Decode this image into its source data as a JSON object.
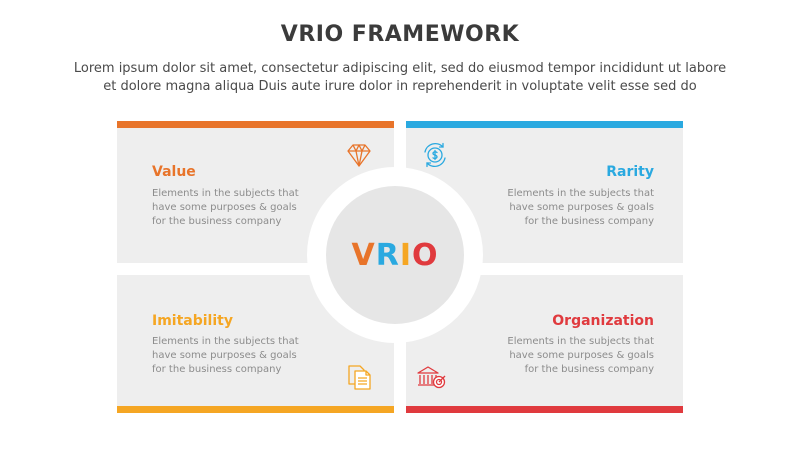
{
  "header": {
    "title": "VRIO FRAMEWORK",
    "subtitle_line1": "Lorem ipsum dolor sit amet, consectetur adipiscing elit, sed do eiusmod tempor incididunt ut labore",
    "subtitle_line2": "et dolore magna aliqua Duis aute irure dolor in reprehenderit in voluptate velit esse sed do"
  },
  "center": {
    "letters": [
      {
        "char": "V",
        "color": "#e8742a"
      },
      {
        "char": "R",
        "color": "#2aa9e0"
      },
      {
        "char": "I",
        "color": "#f5a623"
      },
      {
        "char": "O",
        "color": "#e03a3e"
      }
    ]
  },
  "quadrants": [
    {
      "id": "value",
      "title": "Value",
      "color": "#e8742a",
      "icon": "diamond-icon",
      "desc": [
        "Elements in the subjects that",
        "have  some purposes & goals",
        "for the  business company"
      ]
    },
    {
      "id": "rarity",
      "title": "Rarity",
      "color": "#2aa9e0",
      "icon": "dollar-exchange-icon",
      "desc": [
        "Elements in the subjects that",
        "have  some purposes & goals",
        "for the  business company"
      ]
    },
    {
      "id": "imitability",
      "title": "Imitability",
      "color": "#f5a623",
      "icon": "documents-icon",
      "desc": [
        "Elements in the subjects that",
        "have  some purposes & goals",
        "for the  business company"
      ]
    },
    {
      "id": "organization",
      "title": "Organization",
      "color": "#e03a3e",
      "icon": "bank-target-icon",
      "desc": [
        "Elements in the subjects that",
        "have  some purposes & goals",
        "for the  business company"
      ]
    }
  ]
}
